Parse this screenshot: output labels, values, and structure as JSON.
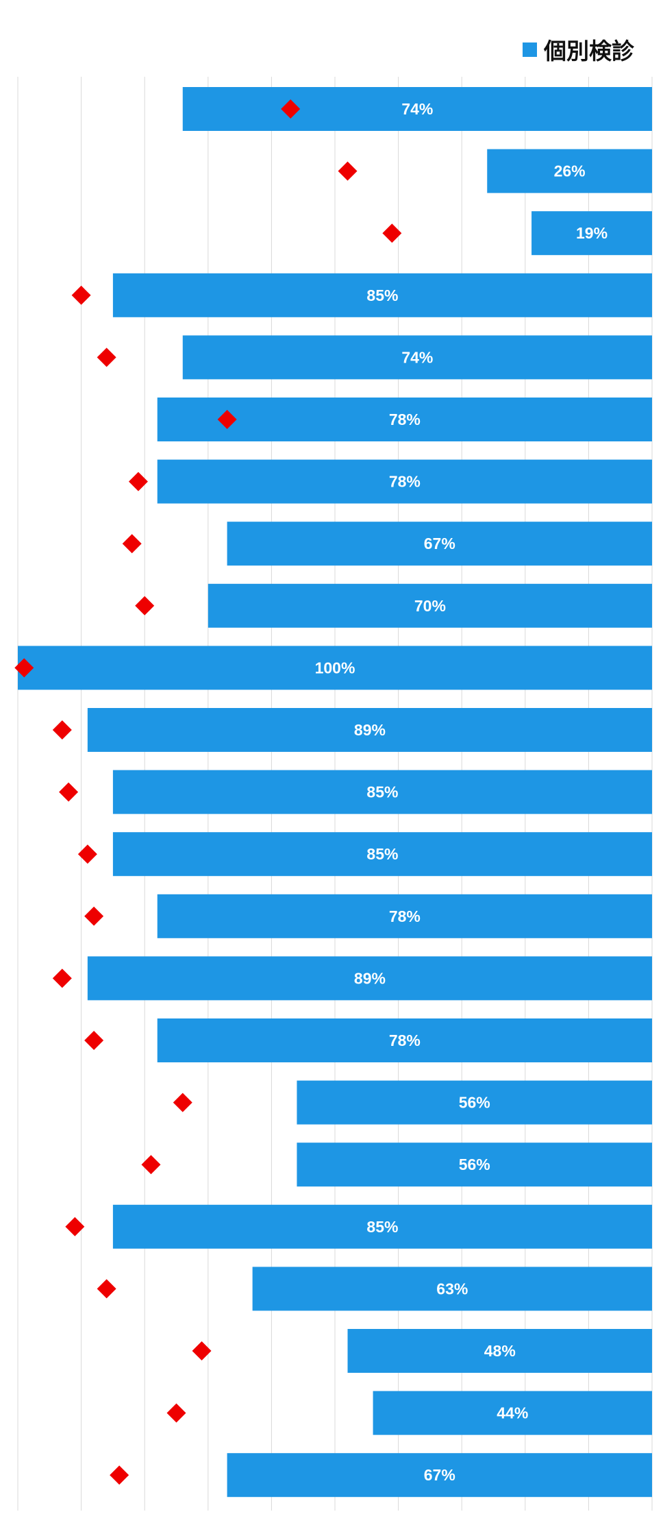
{
  "chart_data": {
    "type": "bar",
    "orientation": "horizontal",
    "direction": "right-to-left",
    "xlim": [
      0,
      100
    ],
    "grid": true,
    "legend_placement": "top-right",
    "series": [
      {
        "name": "個別検診",
        "color": "#1e96e4",
        "values": [
          74,
          26,
          19,
          85,
          74,
          78,
          78,
          67,
          70,
          100,
          89,
          85,
          85,
          78,
          89,
          78,
          56,
          56,
          85,
          63,
          48,
          44,
          67
        ],
        "labels": [
          "74%",
          "26%",
          "19%",
          "85%",
          "74%",
          "78%",
          "78%",
          "67%",
          "70%",
          "100%",
          "89%",
          "85%",
          "85%",
          "78%",
          "89%",
          "78%",
          "56%",
          "56%",
          "85%",
          "63%",
          "48%",
          "44%",
          "67%"
        ]
      },
      {
        "marker": "diamond",
        "color": "#ee0000",
        "values": [
          57,
          48,
          41,
          90,
          86,
          67,
          81,
          82,
          80,
          99,
          93,
          92,
          89,
          88,
          93,
          88,
          74,
          79,
          91,
          86,
          71,
          75,
          84
        ]
      }
    ]
  }
}
